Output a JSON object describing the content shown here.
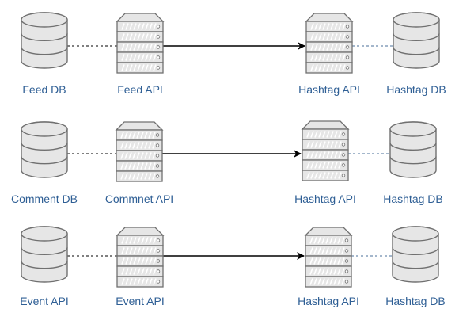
{
  "colors": {
    "fill": "#e6e6e6",
    "stroke": "#707070",
    "label": "#2f5f95",
    "dotted": "#000000",
    "dotted_right": "#4a6f9a",
    "arrow": "#000000"
  },
  "rows": [
    {
      "db_left": {
        "label": "Feed DB",
        "icon": "database-icon"
      },
      "api_left": {
        "label": "Feed API",
        "icon": "server-icon"
      },
      "api_right": {
        "label": "Hashtag API",
        "icon": "server-icon"
      },
      "db_right": {
        "label": "Hashtag DB",
        "icon": "database-icon"
      }
    },
    {
      "db_left": {
        "label": "Comment DB",
        "icon": "database-icon"
      },
      "api_left": {
        "label": "Commnet API",
        "icon": "server-icon"
      },
      "api_right": {
        "label": "Hashtag API",
        "icon": "server-icon"
      },
      "db_right": {
        "label": "Hashtag DB",
        "icon": "database-icon"
      }
    },
    {
      "db_left": {
        "label": "Event API",
        "icon": "database-icon"
      },
      "api_left": {
        "label": "Event API",
        "icon": "server-icon"
      },
      "api_right": {
        "label": "Hashtag API",
        "icon": "server-icon"
      },
      "db_right": {
        "label": "Hashtag DB",
        "icon": "database-icon"
      }
    }
  ]
}
